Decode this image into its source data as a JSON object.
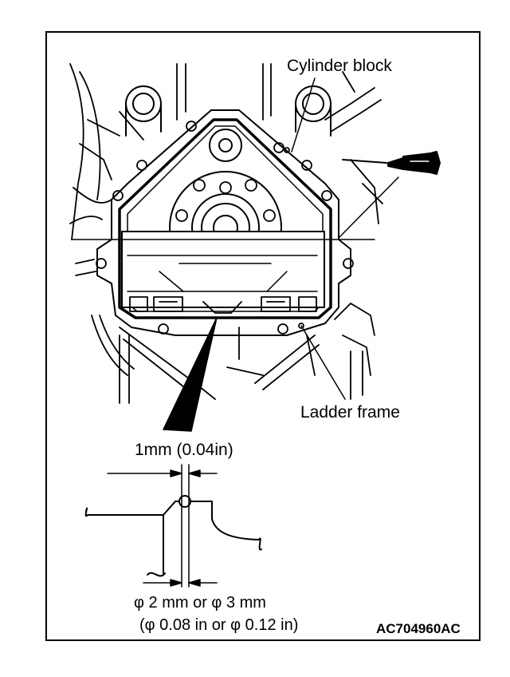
{
  "labels": {
    "cylinder_block": "Cylinder block",
    "ladder_frame": "Ladder frame",
    "gap": "1mm (0.04in)",
    "diameter_line1": "φ 2 mm or φ 3 mm",
    "diameter_line2": "(φ 0.08 in or φ 0.12 in)",
    "figure_code": "AC704960AC"
  },
  "icons": [
    "sealant-tube-icon"
  ],
  "colors": {
    "line": "#000000",
    "background": "#ffffff"
  }
}
